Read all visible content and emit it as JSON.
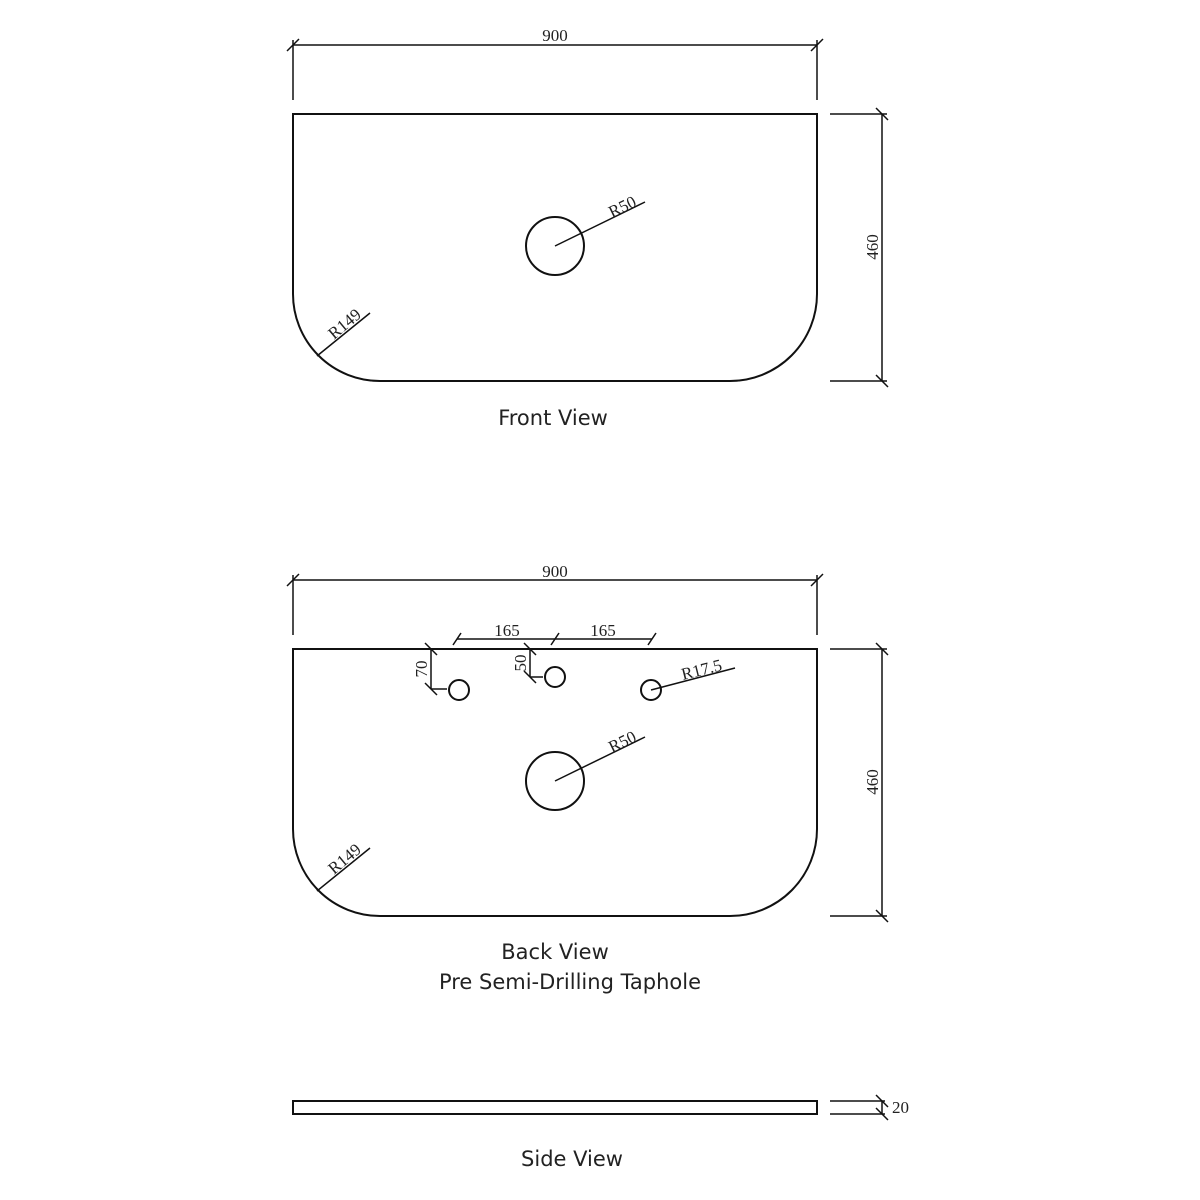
{
  "front_view": {
    "label": "Front View",
    "width_dim": "900",
    "height_dim": "460",
    "basin_hole_radius": "R50",
    "corner_radius": "R149"
  },
  "back_view": {
    "label": "Back View",
    "sublabel": "Pre Semi-Drilling Taphole",
    "width_dim": "900",
    "height_dim": "460",
    "taphole_spacing_left": "165",
    "taphole_spacing_right": "165",
    "side_taphole_offset": "70",
    "center_taphole_offset": "50",
    "taphole_radius": "R17.5",
    "basin_hole_radius": "R50",
    "corner_radius": "R149"
  },
  "side_view": {
    "label": "Side View",
    "thickness_dim": "20"
  }
}
